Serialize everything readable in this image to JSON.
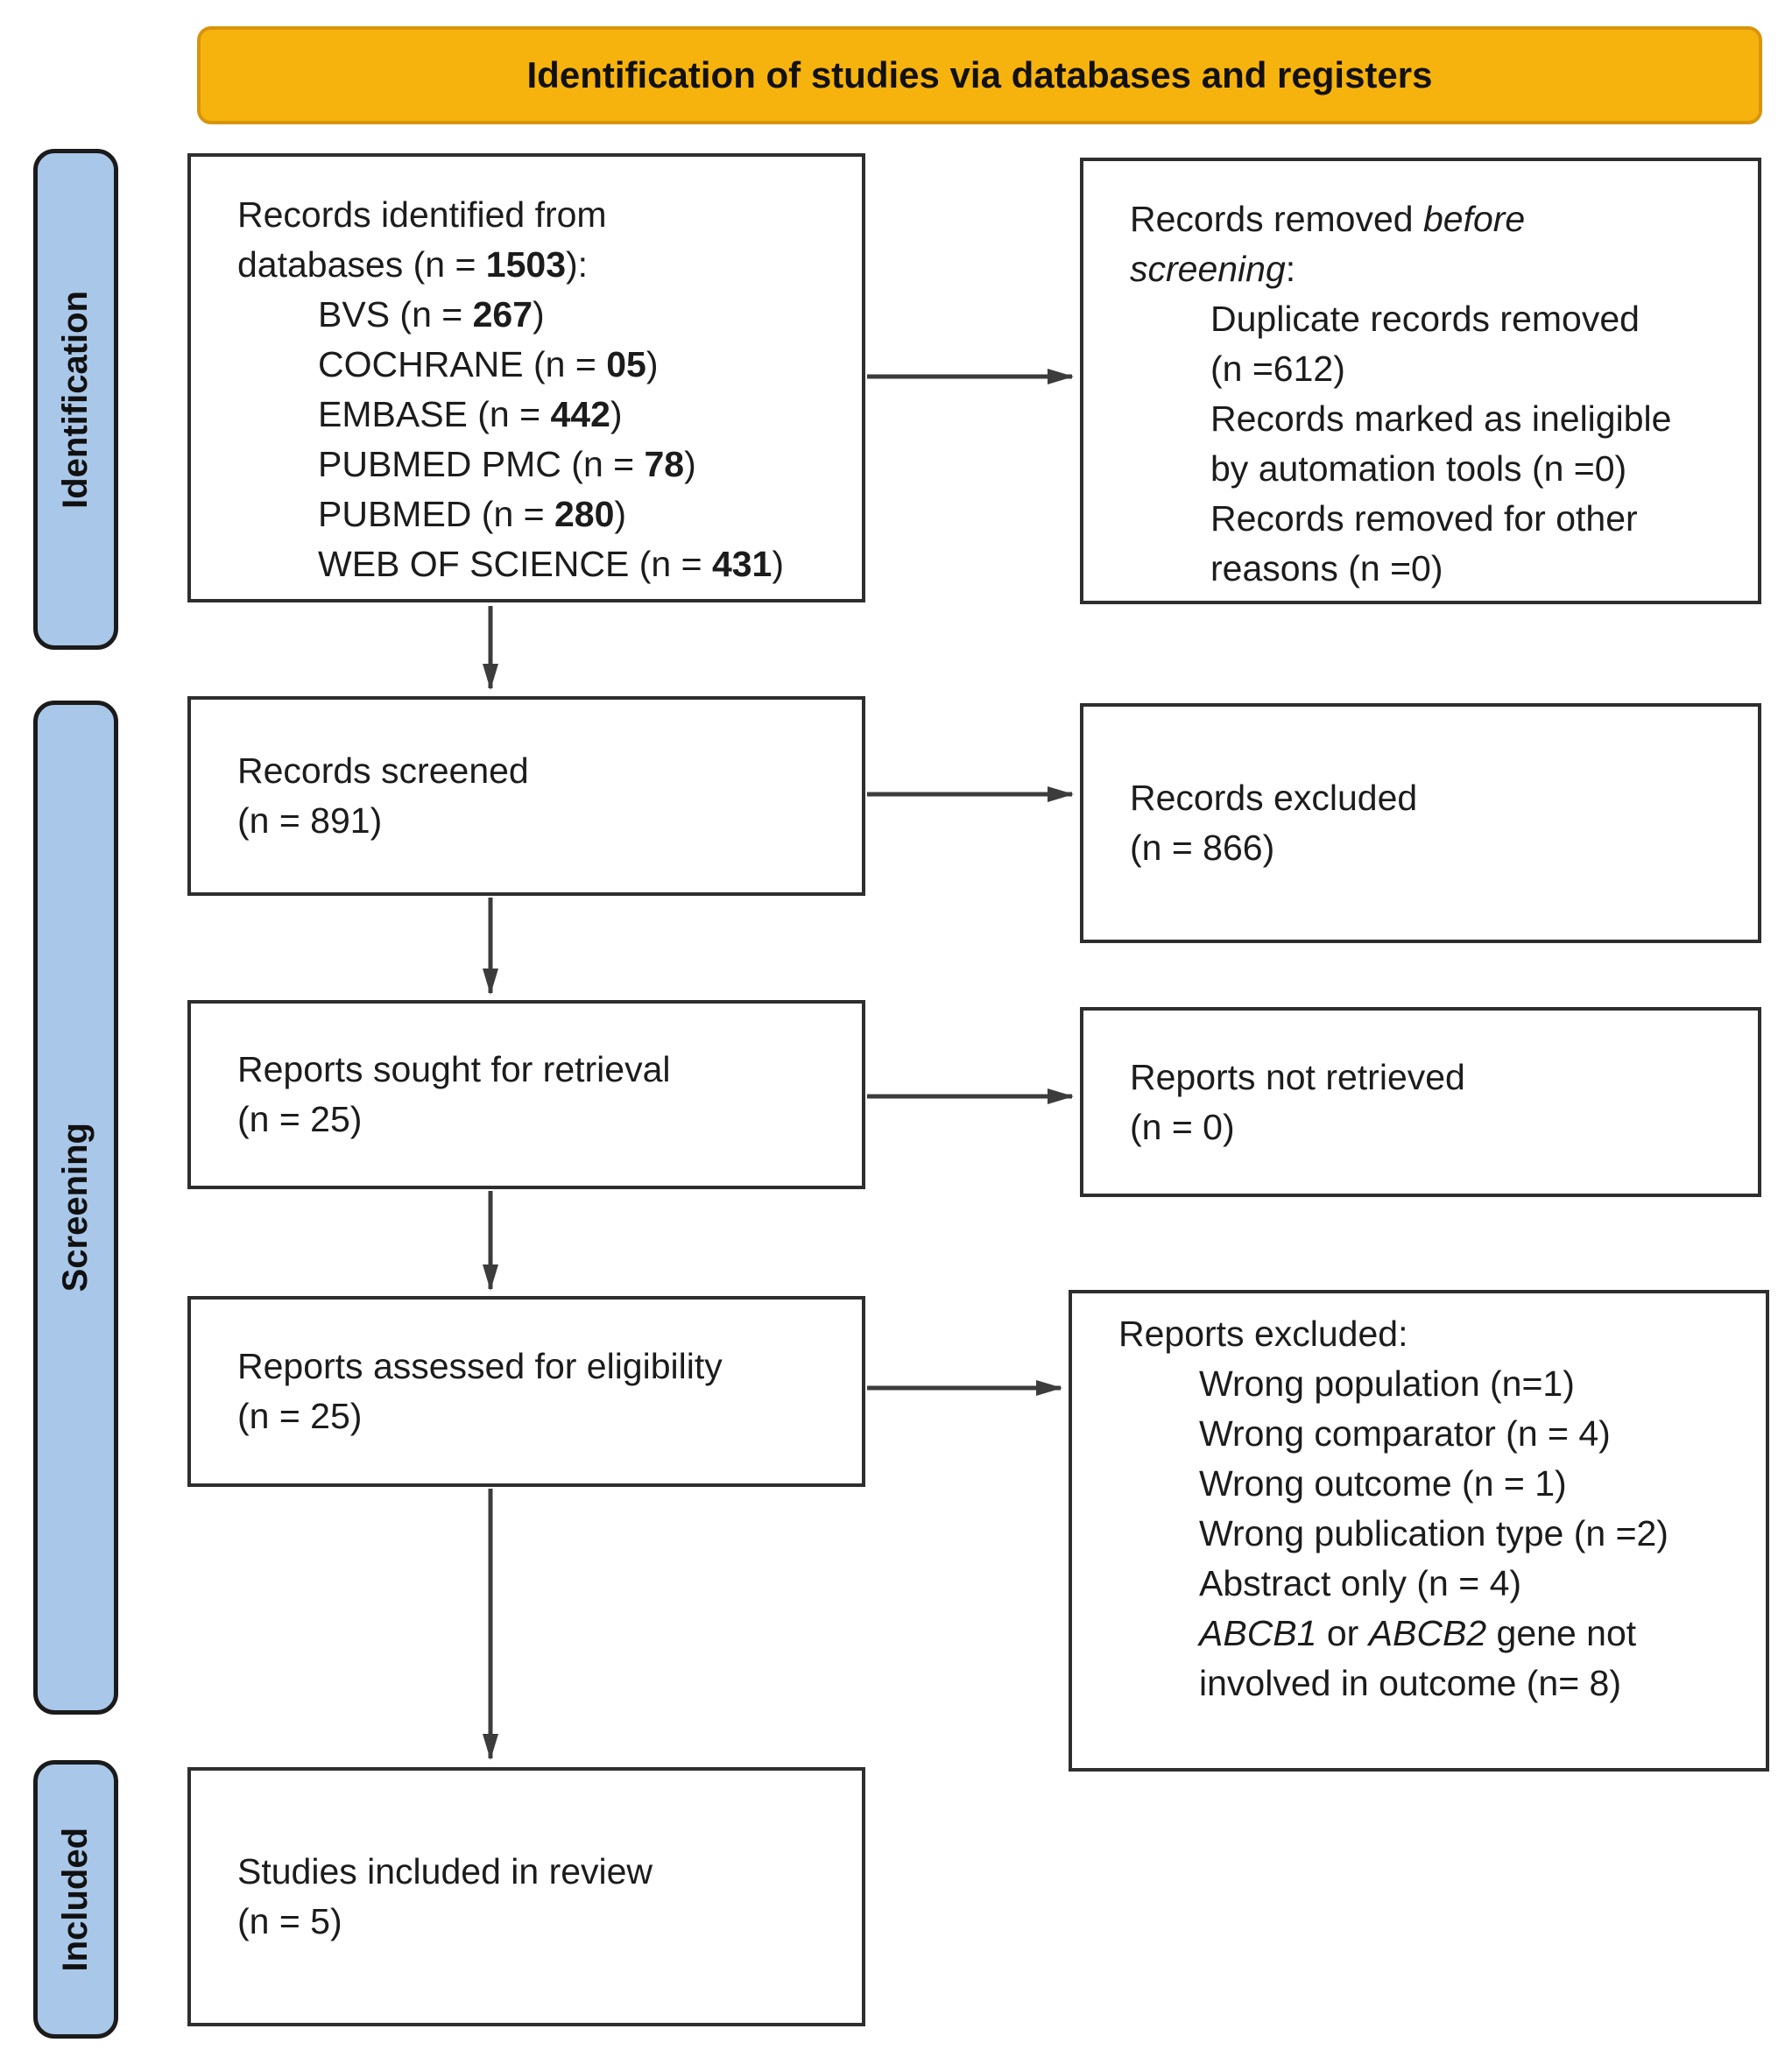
{
  "colors": {
    "banner_fill": "#F7B30D",
    "banner_border": "#D9940B",
    "sidebar_fill": "#A9C7E8",
    "sidebar_border": "#1B1B1B",
    "box_border": "#2E2E2E",
    "arrow": "#3C3C3C",
    "text": "#1C1C1C"
  },
  "banner": {
    "title": "Identification of studies via databases and registers"
  },
  "sidebar": [
    {
      "label": "Identification"
    },
    {
      "label": "Screening"
    },
    {
      "label": "Included"
    }
  ],
  "boxes": {
    "identified": {
      "lines": [
        {
          "seg": [
            {
              "t": "Records identified from"
            }
          ]
        },
        {
          "seg": [
            {
              "t": "databases (n = "
            },
            {
              "t": "1503",
              "b": true
            },
            {
              "t": "):"
            }
          ]
        },
        {
          "ind": 1,
          "seg": [
            {
              "t": "BVS (n = "
            },
            {
              "t": "267",
              "b": true
            },
            {
              "t": ")"
            }
          ]
        },
        {
          "ind": 1,
          "seg": [
            {
              "t": "COCHRANE (n = "
            },
            {
              "t": "05",
              "b": true
            },
            {
              "t": ")"
            }
          ]
        },
        {
          "ind": 1,
          "seg": [
            {
              "t": "EMBASE (n = "
            },
            {
              "t": "442",
              "b": true
            },
            {
              "t": ")"
            }
          ]
        },
        {
          "ind": 1,
          "seg": [
            {
              "t": "PUBMED PMC (n = "
            },
            {
              "t": "78",
              "b": true
            },
            {
              "t": ")"
            }
          ]
        },
        {
          "ind": 1,
          "seg": [
            {
              "t": "PUBMED (n = "
            },
            {
              "t": "280",
              "b": true
            },
            {
              "t": ")"
            }
          ]
        },
        {
          "ind": 1,
          "seg": [
            {
              "t": "WEB OF SCIENCE (n = "
            },
            {
              "t": "431",
              "b": true
            },
            {
              "t": ")"
            }
          ]
        }
      ]
    },
    "removed_before_screening": {
      "lines": [
        {
          "seg": [
            {
              "t": "Records removed "
            },
            {
              "t": "before",
              "i": true
            }
          ]
        },
        {
          "seg": [
            {
              "t": "screening",
              "i": true
            },
            {
              "t": ":"
            }
          ]
        },
        {
          "ind": 1,
          "seg": [
            {
              "t": "Duplicate records removed"
            }
          ]
        },
        {
          "ind": 1,
          "seg": [
            {
              "t": "(n =612)"
            }
          ]
        },
        {
          "ind": 1,
          "seg": [
            {
              "t": "Records marked as ineligible"
            }
          ]
        },
        {
          "ind": 1,
          "seg": [
            {
              "t": "by automation tools (n =0)"
            }
          ]
        },
        {
          "ind": 1,
          "seg": [
            {
              "t": "Records removed for other"
            }
          ]
        },
        {
          "ind": 1,
          "seg": [
            {
              "t": "reasons (n =0)"
            }
          ]
        }
      ]
    },
    "screened": {
      "lines": [
        {
          "seg": [
            {
              "t": "Records screened"
            }
          ]
        },
        {
          "seg": [
            {
              "t": "(n = 891)"
            }
          ]
        }
      ]
    },
    "records_excluded": {
      "lines": [
        {
          "seg": [
            {
              "t": "Records excluded"
            }
          ]
        },
        {
          "seg": [
            {
              "t": "(n = 866)"
            }
          ]
        }
      ]
    },
    "sought": {
      "lines": [
        {
          "seg": [
            {
              "t": "Reports sought for retrieval"
            }
          ]
        },
        {
          "seg": [
            {
              "t": "(n = 25)"
            }
          ]
        }
      ]
    },
    "not_retrieved": {
      "lines": [
        {
          "seg": [
            {
              "t": "Reports not retrieved"
            }
          ]
        },
        {
          "seg": [
            {
              "t": "(n = 0)"
            }
          ]
        }
      ]
    },
    "assessed": {
      "lines": [
        {
          "seg": [
            {
              "t": "Reports assessed for eligibility"
            }
          ]
        },
        {
          "seg": [
            {
              "t": "(n = 25)"
            }
          ]
        }
      ]
    },
    "reports_excluded": {
      "lines": [
        {
          "seg": [
            {
              "t": "Reports excluded:"
            }
          ]
        },
        {
          "ind": 1,
          "seg": [
            {
              "t": "Wrong population (n=1)"
            }
          ]
        },
        {
          "ind": 1,
          "seg": [
            {
              "t": "Wrong comparator (n = 4)"
            }
          ]
        },
        {
          "ind": 1,
          "seg": [
            {
              "t": "Wrong outcome (n = 1)"
            }
          ]
        },
        {
          "ind": 1,
          "seg": [
            {
              "t": "Wrong publication type (n =2)"
            }
          ]
        },
        {
          "ind": 1,
          "seg": [
            {
              "t": "Abstract only (n = 4)"
            }
          ]
        },
        {
          "ind": 1,
          "seg": [
            {
              "t": "ABCB1",
              "i": true
            },
            {
              "t": " or "
            },
            {
              "t": "ABCB2",
              "i": true
            },
            {
              "t": " gene not"
            }
          ]
        },
        {
          "ind": 1,
          "seg": [
            {
              "t": "involved in outcome (n= 8)"
            }
          ]
        }
      ]
    },
    "included_review": {
      "lines": [
        {
          "seg": [
            {
              "t": "Studies included in review"
            }
          ]
        },
        {
          "seg": [
            {
              "t": "(n = 5)"
            }
          ]
        }
      ]
    }
  }
}
